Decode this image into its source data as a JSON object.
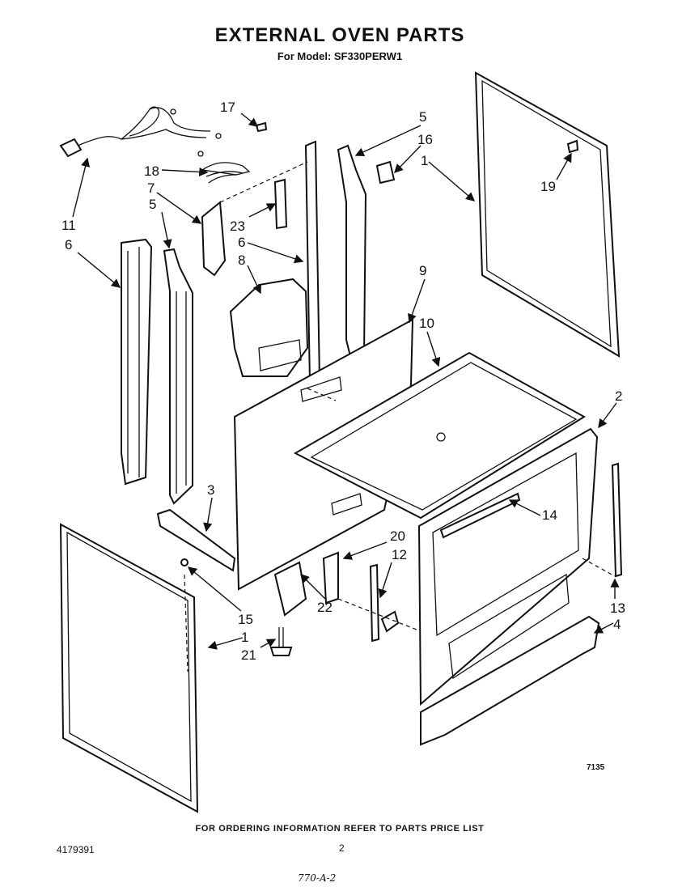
{
  "header": {
    "title": "EXTERNAL OVEN PARTS",
    "subtitle": "For Model: SF330PERW1"
  },
  "footer": {
    "ordering_note": "FOR ORDERING INFORMATION REFER TO PARTS PRICE LIST",
    "document_number": "4179391",
    "page_number": "2",
    "diagram_code": "7135",
    "handwritten_note": "770-A-2"
  },
  "callouts": {
    "c1a": "1",
    "c1b": "1",
    "c2": "2",
    "c3": "3",
    "c4": "4",
    "c5a": "5",
    "c5b": "5",
    "c6a": "6",
    "c6b": "6",
    "c7": "7",
    "c8": "8",
    "c9": "9",
    "c10": "10",
    "c11": "11",
    "c12": "12",
    "c13": "13",
    "c14": "14",
    "c15": "15",
    "c16": "16",
    "c17": "17",
    "c18": "18",
    "c19": "19",
    "c20": "20",
    "c21": "21",
    "c22": "22",
    "c23": "23"
  }
}
